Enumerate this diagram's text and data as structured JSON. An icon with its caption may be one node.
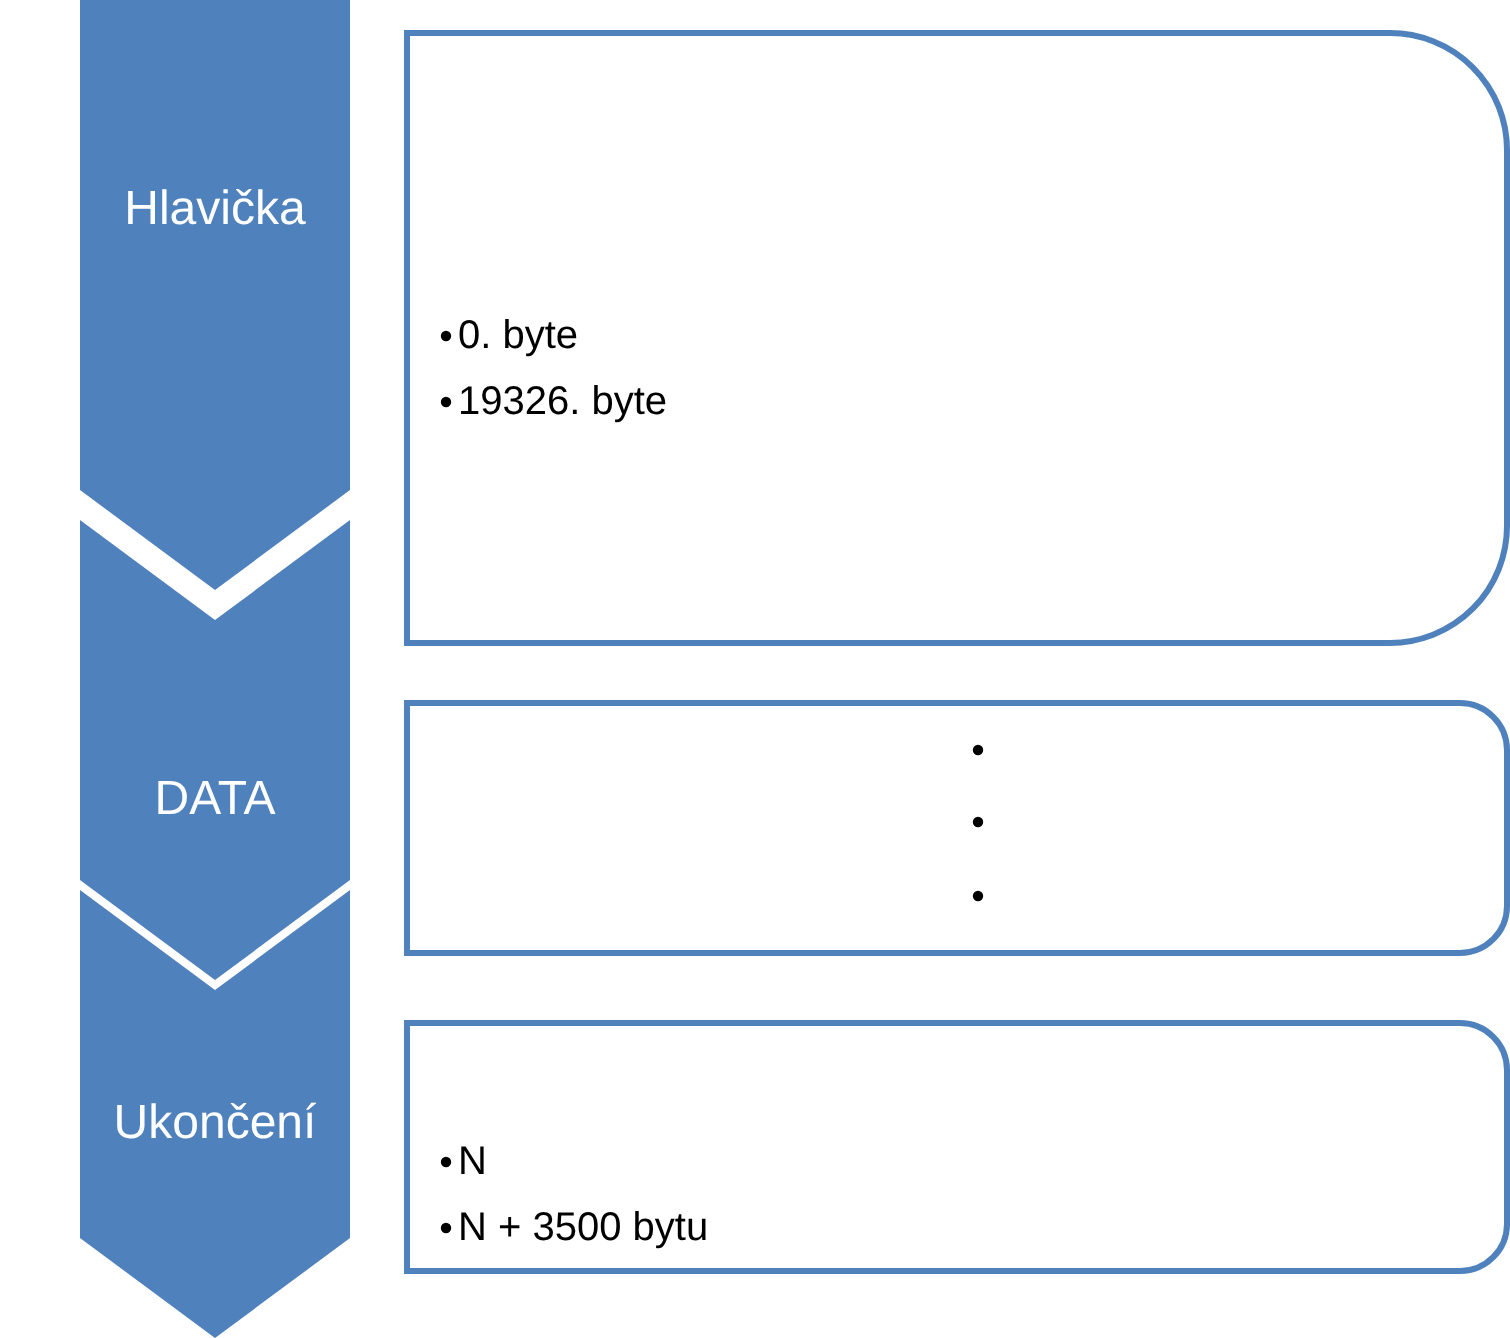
{
  "diagram": {
    "nodes": [
      {
        "text": [
          "Hlavička"
        ]
      },
      {
        "text": [
          "0. byte",
          "19326. byte"
        ]
      },
      {
        "text": [
          "DATA"
        ]
      },
      {
        "text": [],
        "shape": "box"
      },
      {
        "text": [
          "Ukončení"
        ]
      },
      {
        "text": [
          "N",
          "N + 3500 bytu"
        ]
      }
    ]
  }
}
